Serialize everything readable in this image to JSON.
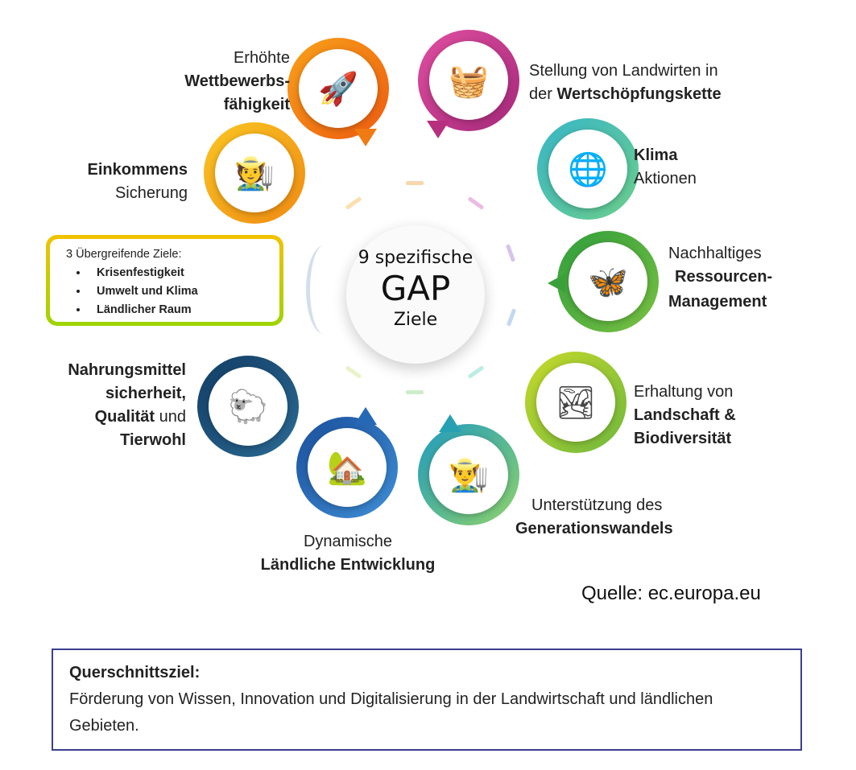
{
  "center": {
    "line1": "9 spezifische",
    "line2": "GAP",
    "line3": "Ziele"
  },
  "goals": [
    {
      "id": "wettbewerb",
      "lines": [
        "Erhöhte",
        "Wettbewerbs-",
        "fähigkeit"
      ],
      "icon": "rocket-icon",
      "color": "#f07b12"
    },
    {
      "id": "wertschoepfung",
      "lines": [
        "Stellung von Landwirten in",
        "der ",
        "Wertschöpfungskette"
      ],
      "icon": "produce-crate-icon",
      "color": "#c8338f"
    },
    {
      "id": "klima",
      "lines": [
        "Klima",
        "Aktionen"
      ],
      "icon": "globe-thermometer-icon",
      "color": "#2bb5a8"
    },
    {
      "id": "ressourcen",
      "lines": [
        "Nachhaltiges",
        "Ressourcen-",
        "Management"
      ],
      "icon": "butterfly-icon",
      "color": "#3cae3a"
    },
    {
      "id": "landschaft",
      "lines": [
        "Erhaltung von",
        "Landschaft &",
        "Biodiversität"
      ],
      "icon": "landscape-icon",
      "color": "#8cc63f"
    },
    {
      "id": "generation",
      "lines": [
        "Unterstützung des",
        "Generationswandels"
      ],
      "icon": "farmer-cycle-icon",
      "color": "#2ba6a0"
    },
    {
      "id": "laendlich",
      "lines": [
        "Dynamische",
        "Ländliche Entwicklung"
      ],
      "icon": "farmhouse-icon",
      "color": "#2568b5"
    },
    {
      "id": "nahrung",
      "lines": [
        "Nahrungsmittel",
        "sicherheit,",
        "Qualität",
        " und",
        "Tierwohl"
      ],
      "icon": "livestock-icon",
      "color": "#1c4a72"
    },
    {
      "id": "einkommen",
      "lines": [
        "Einkommens",
        "Sicherung"
      ],
      "icon": "farmer-hands-icon",
      "color": "#f4a81d"
    }
  ],
  "overarching": {
    "title": "3 Übergreifende Ziele:",
    "items": [
      "Krisenfestigkeit",
      "Umwelt und Klima",
      "Ländlicher Raum"
    ]
  },
  "source": "Quelle: ec.europa.eu",
  "crosscutting": {
    "title": "Querschnittsziel:",
    "text": "Förderung von Wissen, Innovation und Digitalisierung in der Landwirtschaft und ländlichen Gebieten."
  }
}
